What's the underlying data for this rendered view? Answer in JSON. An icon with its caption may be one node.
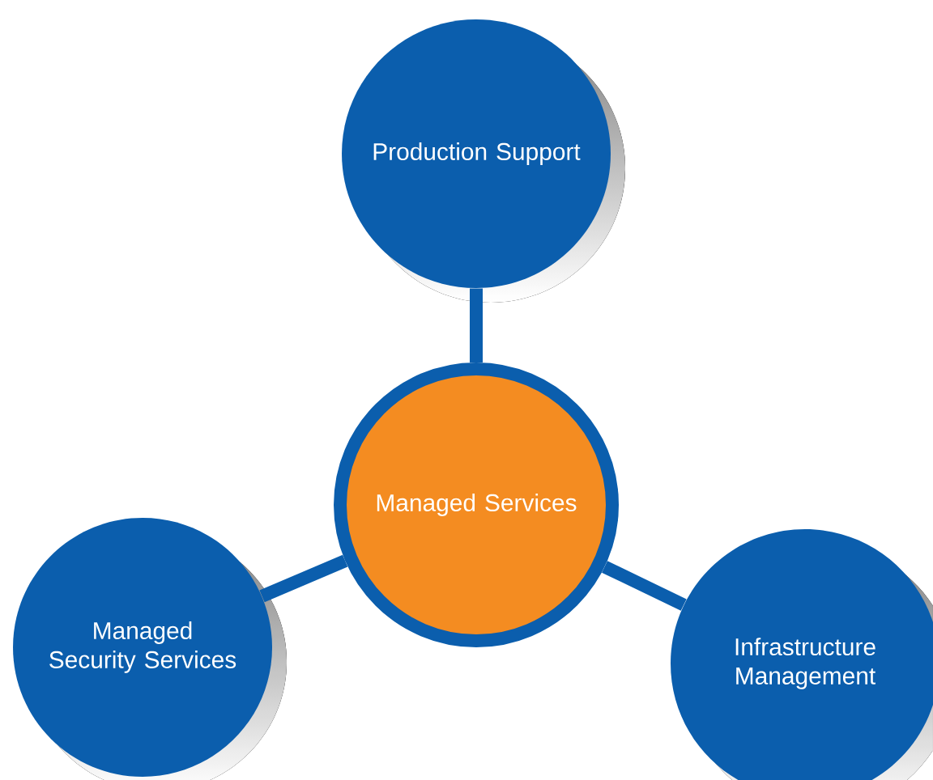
{
  "diagram": {
    "nodes": [
      {
        "text": [
          "Managed Services"
        ]
      },
      {
        "text": [
          "Production Support"
        ]
      },
      {
        "text": [
          "Managed Security Services"
        ]
      },
      {
        "text": [
          "Infrastructure Management"
        ]
      }
    ],
    "edges": [
      {
        "from": 0,
        "to": 1,
        "arrow": "none"
      },
      {
        "from": 0,
        "to": 2,
        "arrow": "none"
      },
      {
        "from": 0,
        "to": 3,
        "arrow": "none"
      }
    ]
  }
}
